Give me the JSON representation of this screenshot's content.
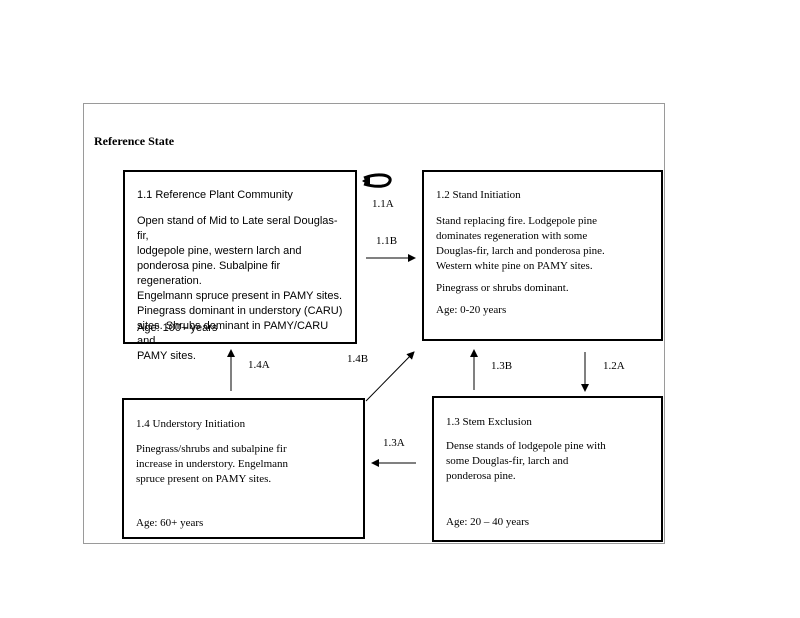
{
  "reference_state_label": "Reference State",
  "boxes": {
    "b11": {
      "title": "1.1 Reference Plant Community",
      "description": "Open stand of Mid to Late seral Douglas-fir,\nlodgepole pine, western larch and\nponderosa pine. Subalpine fir regeneration.\nEngelmann spruce present in PAMY sites.\nPinegrass dominant in understory (CARU)\nsites. Shrubs dominant in PAMY/CARU and\nPAMY sites.",
      "age": "Age: 100+ years"
    },
    "b12": {
      "title": "1.2 Stand Initiation",
      "description": "Stand replacing fire. Lodgepole pine\ndominates regeneration with some\nDouglas-fir, larch and ponderosa pine.\nWestern white pine on PAMY sites.",
      "note": "Pinegrass or shrubs dominant.",
      "age": "Age: 0-20 years"
    },
    "b13": {
      "title": "1.3 Stem Exclusion",
      "description": "Dense stands of lodgepole pine with\nsome Douglas-fir, larch and\nponderosa pine.",
      "age": "Age: 20 – 40 years"
    },
    "b14": {
      "title": "1.4 Understory Initiation",
      "description": "Pinegrass/shrubs and subalpine fir\nincrease in understory. Engelmann\nspruce present on PAMY sites.",
      "age": "Age: 60+ years"
    }
  },
  "transitions": {
    "t11A": "1.1A",
    "t11B": "1.1B",
    "t12A": "1.2A",
    "t13A": "1.3A",
    "t13B": "1.3B",
    "t14A": "1.4A",
    "t14B": "1.4B"
  }
}
